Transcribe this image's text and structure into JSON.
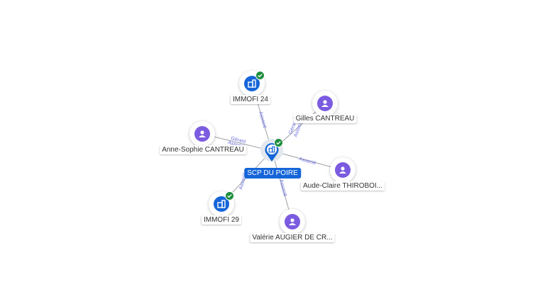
{
  "center": {
    "label": "SCP DU POIRE",
    "icon": "company-icon",
    "verified": true
  },
  "nodes": [
    {
      "id": "immofi24",
      "label": "IMMOFI 24",
      "type": "company",
      "icon": "company-icon",
      "verified": true
    },
    {
      "id": "gilles",
      "label": "Gilles CANTREAU",
      "type": "person",
      "icon": "person-icon"
    },
    {
      "id": "anne",
      "label": "Anne-Sophie CANTREAU",
      "type": "person",
      "icon": "person-icon"
    },
    {
      "id": "aude",
      "label": "Aude-Claire THIROBOI...",
      "type": "person",
      "icon": "person-icon"
    },
    {
      "id": "immofi29",
      "label": "IMMOFI 29",
      "type": "company",
      "icon": "company-icon",
      "verified": true
    },
    {
      "id": "valerie",
      "label": "Valérie AUGIER DE CR...",
      "type": "person",
      "icon": "person-icon"
    }
  ],
  "edges": [
    {
      "to": "immofi24",
      "label": "Associé"
    },
    {
      "to": "gilles",
      "label": "Gérant"
    },
    {
      "to": "gilles",
      "label": "Associé"
    },
    {
      "to": "anne",
      "label": "Gérant"
    },
    {
      "to": "anne",
      "label": "Associé"
    },
    {
      "to": "aude",
      "label": "Associé"
    },
    {
      "to": "immofi29",
      "label": "Associé"
    },
    {
      "to": "valerie",
      "label": "Associé"
    }
  ],
  "colors": {
    "person": "#7b5ce0",
    "company": "#1565d8",
    "verified": "#1e8e3e",
    "edge": "#9aa0a6",
    "edge_label": "#6a6ae0"
  }
}
